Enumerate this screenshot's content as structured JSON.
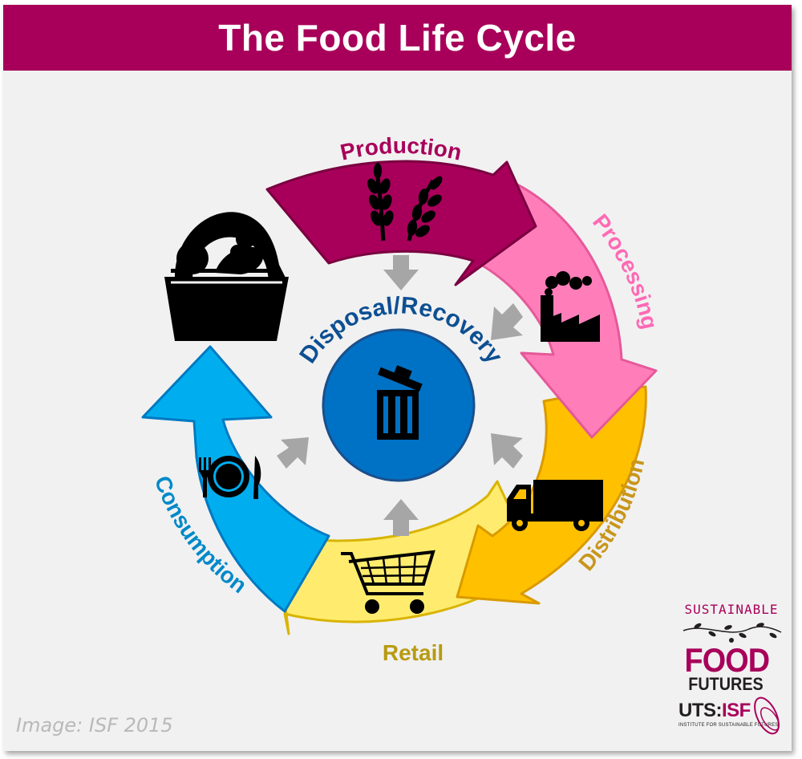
{
  "title": "The Food Life Cycle",
  "stages": [
    {
      "label": "Production",
      "color": "#a8005a",
      "icon": "wheat-icon"
    },
    {
      "label": "Processing",
      "color": "#ff7eb9",
      "icon": "factory-icon"
    },
    {
      "label": "Distribution",
      "color": "#ffc000",
      "icon": "truck-icon"
    },
    {
      "label": "Retail",
      "color": "#ffec6e",
      "icon": "shopping-cart-icon"
    },
    {
      "label": "Consumption",
      "color": "#00aeef",
      "icon": "plate-cutlery-icon"
    }
  ],
  "center": {
    "label": "Disposal/Recovery",
    "color": "#0072c6",
    "icon": "trash-bin-icon"
  },
  "basket_icon": "fruit-basket-icon",
  "colors": {
    "title_bar": "#a8005a",
    "label_production": "#a8005a",
    "label_processing": "#ff69b4",
    "label_distribution": "#c8961b",
    "label_retail": "#b89b10",
    "label_consumption": "#0089c9",
    "label_center": "#0d4f92",
    "inner_arrows": "#a6a6a6"
  },
  "credit": "Image: ISF 2015",
  "logo": {
    "sustainable": "SUSTAINABLE",
    "food": "FOOD",
    "futures": "FUTURES",
    "uts": "UTS:",
    "isf": "ISF",
    "institute": "INSTITUTE FOR SUSTAINABLE FUTURES"
  }
}
